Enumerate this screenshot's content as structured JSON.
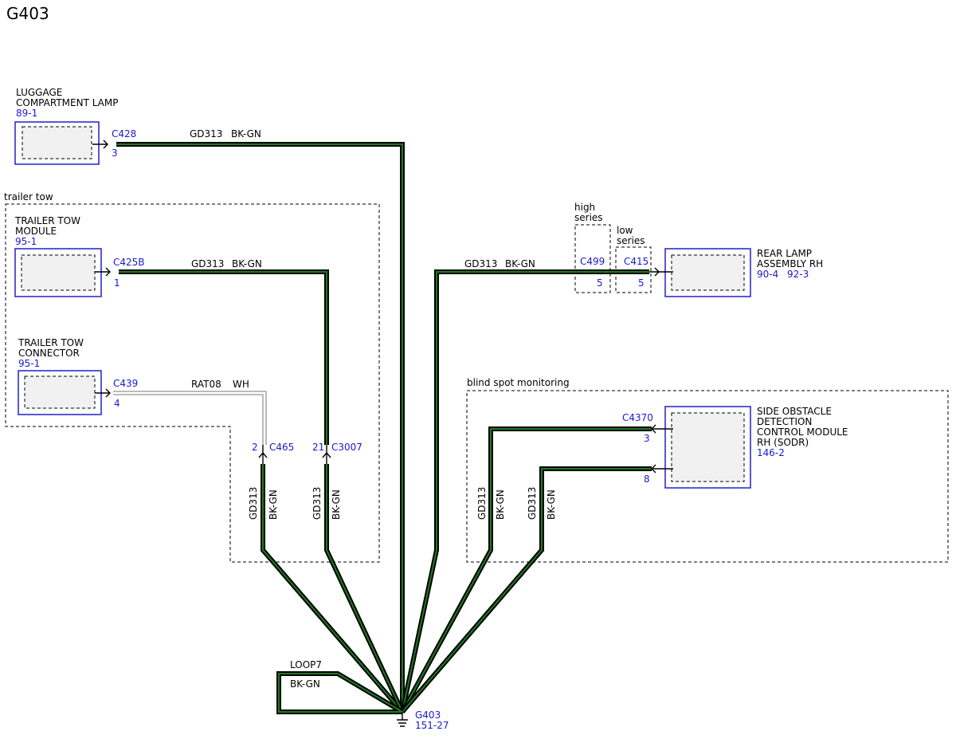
{
  "page_title": "G403",
  "colors": {
    "link": "#1a1acc",
    "wire_green": "#1f7a1f",
    "component_border": "#2020c8"
  },
  "regions": {
    "trailer_tow": "trailer tow",
    "blind_spot": "blind spot monitoring",
    "high_series": [
      "high",
      "series"
    ],
    "low_series": [
      "low",
      "series"
    ]
  },
  "components": {
    "luggage": {
      "name": [
        "LUGGAGE",
        "COMPARTMENT LAMP"
      ],
      "ref": "89-1",
      "connector": "C428",
      "pin": "3"
    },
    "trailer_module": {
      "name": [
        "TRAILER TOW",
        "MODULE"
      ],
      "ref": "95-1",
      "connector": "C425B",
      "pin": "1"
    },
    "trailer_connector": {
      "name": [
        "TRAILER TOW",
        "CONNECTOR"
      ],
      "ref": "95-1",
      "connector": "C439",
      "pin": "4"
    },
    "rear_lamp": {
      "name": [
        "REAR LAMP",
        "ASSEMBLY RH"
      ],
      "refs": [
        "90-4",
        "92-3"
      ],
      "connectors": [
        "C499",
        "C415"
      ],
      "pins": [
        "5",
        "5"
      ]
    },
    "sodr": {
      "name": [
        "SIDE OBSTACLE",
        "DETECTION",
        "CONTROL MODULE",
        "RH (SODR)"
      ],
      "ref": "146-2",
      "connector": "C4370",
      "pins": [
        "3",
        "8"
      ]
    }
  },
  "inline_connectors": {
    "c465": {
      "name": "C465",
      "pin": "2"
    },
    "c3007": {
      "name": "C3007",
      "pin": "21"
    }
  },
  "wires": {
    "circuit": "GD313",
    "color": "BK-GN",
    "rat_circuit": "RAT08",
    "rat_color": "WH",
    "loop_name": "LOOP7"
  },
  "ground": {
    "name": "G403",
    "ref": "151-27"
  }
}
